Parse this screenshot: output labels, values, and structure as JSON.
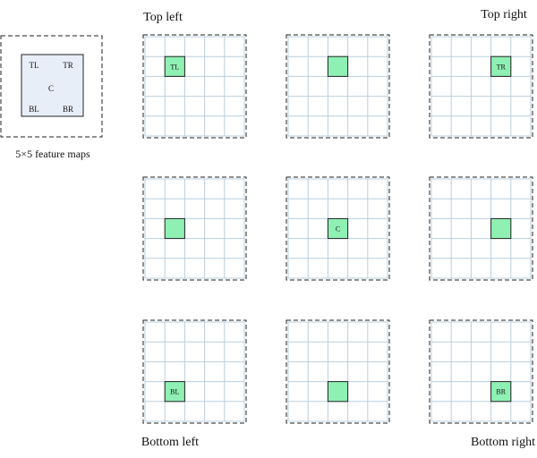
{
  "corner_labels": {
    "top_left": "Top left",
    "top_right": "Top right",
    "bottom_left": "Bottom left",
    "bottom_right": "Bottom right"
  },
  "caption": "5×5 feature maps",
  "legend_box": {
    "tl": "TL",
    "tr": "TR",
    "c": "C",
    "bl": "BL",
    "br": "BR"
  },
  "grid_size": 5,
  "maps": [
    {
      "id": "top-left-map",
      "row": 0,
      "col": 0,
      "label": "TL"
    },
    {
      "id": "top-center-map",
      "row": 0,
      "col": 1,
      "label": ""
    },
    {
      "id": "top-right-map",
      "row": 0,
      "col": 2,
      "label": "TR"
    },
    {
      "id": "middle-left-map",
      "row": 1,
      "col": 0,
      "label": ""
    },
    {
      "id": "middle-center-map",
      "row": 1,
      "col": 1,
      "label": "C"
    },
    {
      "id": "middle-right-map",
      "row": 1,
      "col": 2,
      "label": ""
    },
    {
      "id": "bottom-left-map",
      "row": 2,
      "col": 0,
      "label": "BL"
    },
    {
      "id": "bottom-center-map",
      "row": 2,
      "col": 1,
      "label": ""
    },
    {
      "id": "bottom-right-map",
      "row": 2,
      "col": 2,
      "label": "BR"
    }
  ],
  "colors": {
    "grid_line": "#b9cfe0",
    "highlight": "#8ff0b4",
    "legend_fill": "#e8eef8",
    "frame": "#222222"
  }
}
